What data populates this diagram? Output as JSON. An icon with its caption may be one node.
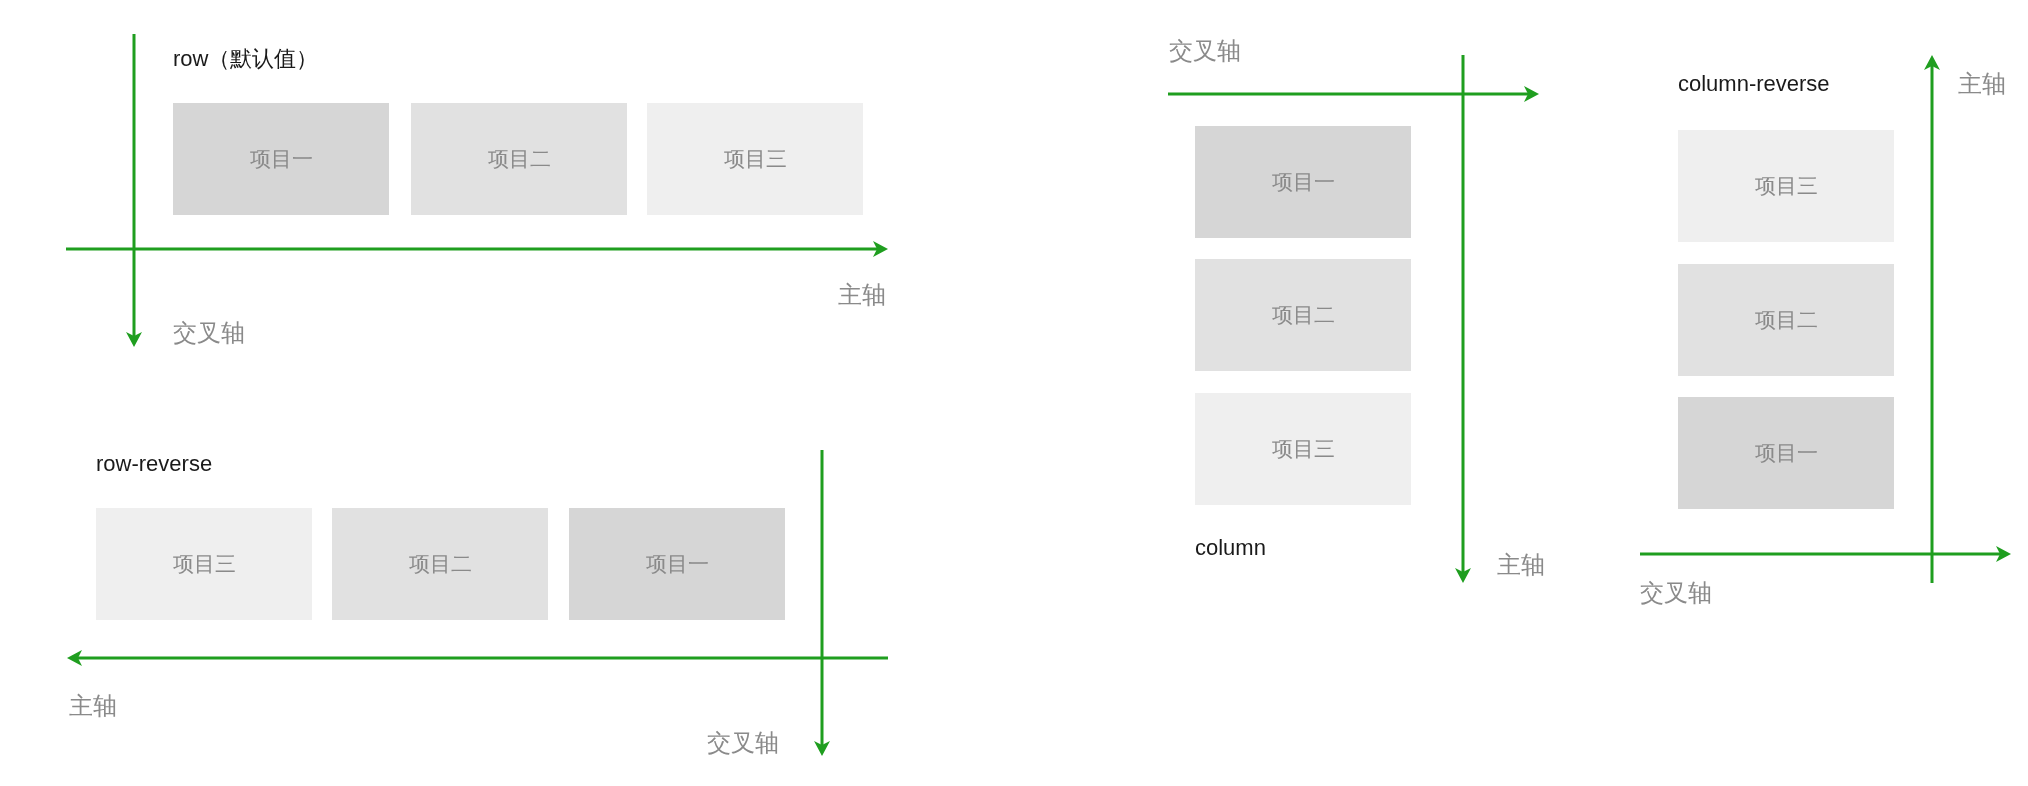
{
  "diagram": {
    "nodes": [
      {
        "text": [
          "项目一"
        ]
      },
      {
        "text": [
          "项目二"
        ]
      },
      {
        "text": [
          "项目三"
        ]
      },
      {
        "text": [
          "项目三"
        ]
      },
      {
        "text": [
          "项目二"
        ]
      },
      {
        "text": [
          "项目一"
        ]
      },
      {
        "text": [
          "项目一"
        ]
      },
      {
        "text": [
          "项目二"
        ]
      },
      {
        "text": [
          "项目三"
        ]
      },
      {
        "text": [
          "项目三"
        ]
      },
      {
        "text": [
          "项目二"
        ]
      },
      {
        "text": [
          "项目一"
        ]
      }
    ],
    "labels": [
      "row（默认值）",
      "主轴",
      "交叉轴",
      "row-reverse",
      "主轴",
      "交叉轴",
      "交叉轴",
      "column",
      "主轴",
      "column-reverse",
      "主轴",
      "交叉轴"
    ]
  }
}
